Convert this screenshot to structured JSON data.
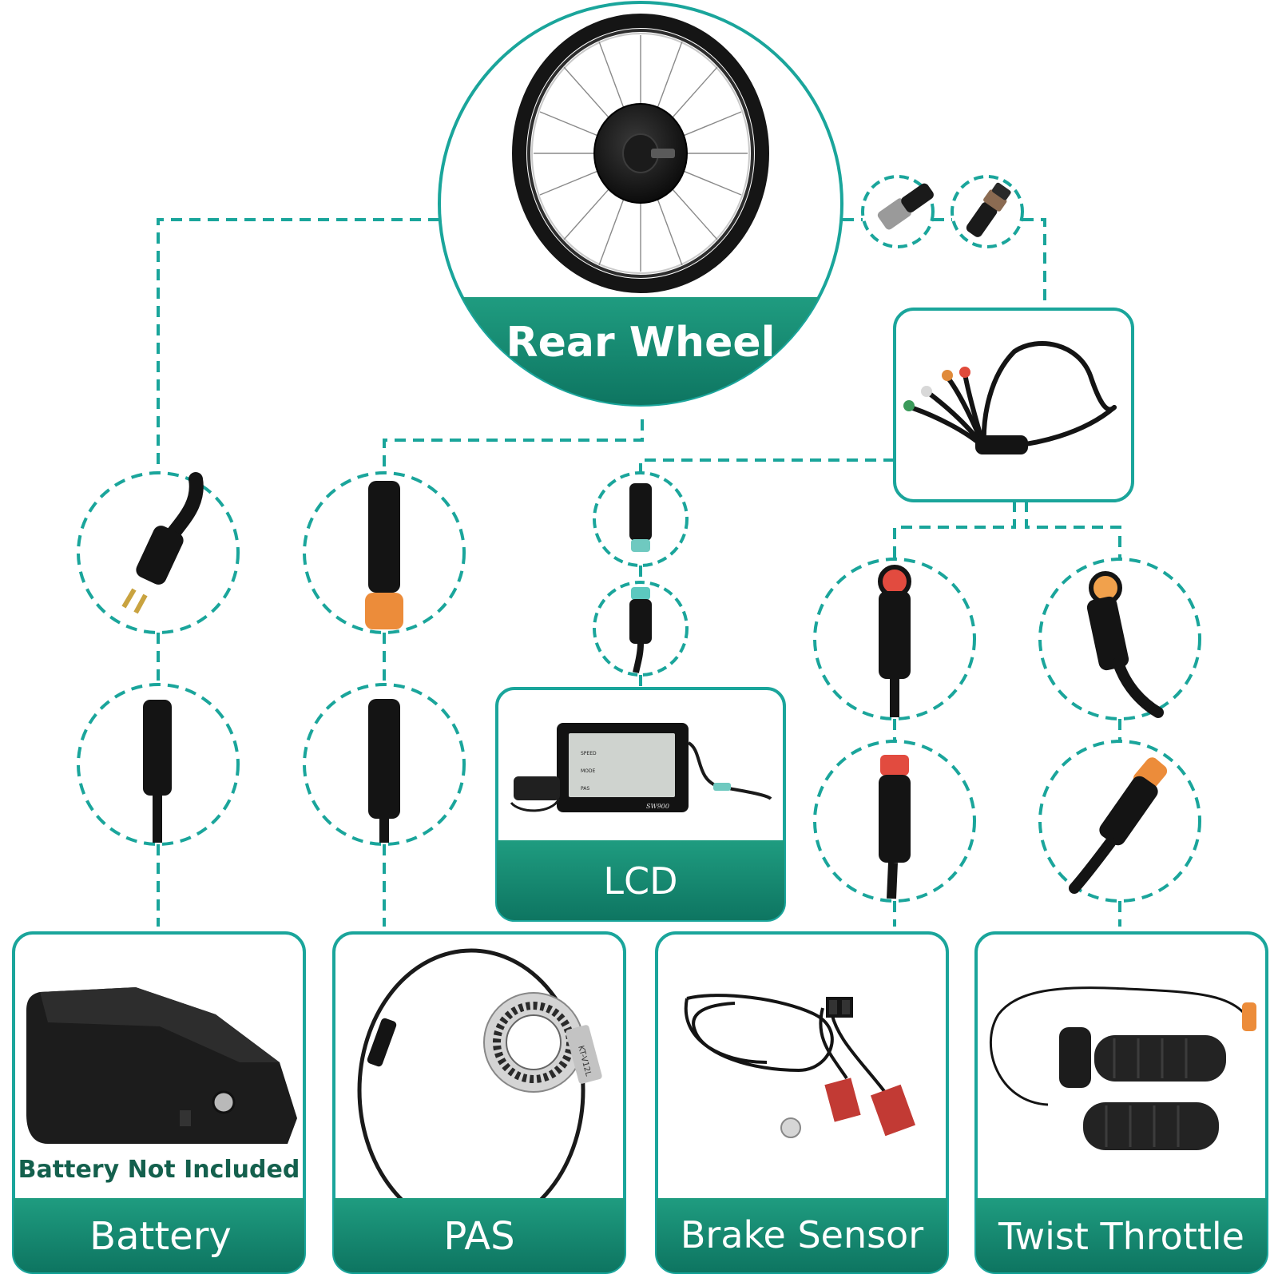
{
  "colors": {
    "teal": "#1aa59b",
    "green_dark": "#0e7a62",
    "green_light": "#1e9a7d",
    "note_green": "#14604d"
  },
  "components": {
    "rear_wheel": "Rear Wheel",
    "lcd": "LCD",
    "battery": "Battery",
    "battery_note": "Battery Not Included",
    "pas": "PAS",
    "brake_sensor": "Brake Sensor",
    "twist_throttle": "Twist Throttle"
  },
  "product_text": {
    "lcd_model": "SW900",
    "lcd_speed": "SPEED",
    "lcd_mode": "MODE",
    "lcd_pas": "PAS",
    "pas_sensor_model": "KT-V12L"
  }
}
